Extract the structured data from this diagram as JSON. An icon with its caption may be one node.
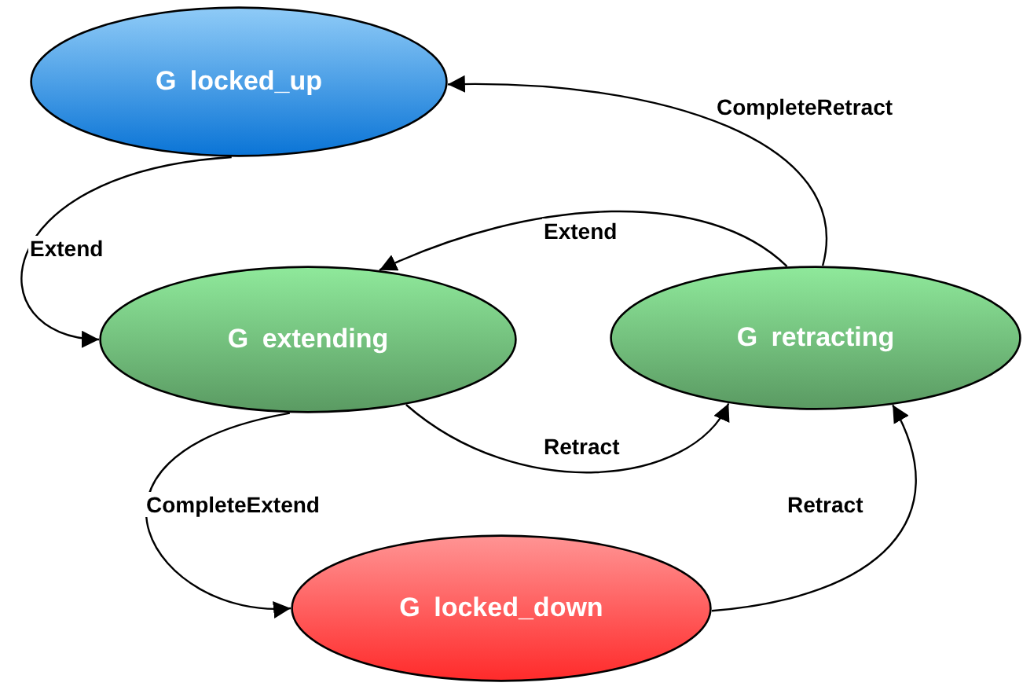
{
  "diagram": {
    "nodes": [
      {
        "text": [
          "G locked_up"
        ]
      },
      {
        "text": [
          "G extending"
        ]
      },
      {
        "text": [
          "G retracting"
        ]
      },
      {
        "text": [
          "G locked_down"
        ]
      }
    ],
    "edges": [
      {
        "from": 0,
        "to": 1,
        "arrow": "to",
        "label": "Extend"
      },
      {
        "from": 2,
        "to": 1,
        "arrow": "to",
        "label": "Extend"
      },
      {
        "from": 2,
        "to": 0,
        "arrow": "to",
        "label": "CompleteRetract"
      },
      {
        "from": 1,
        "to": 2,
        "arrow": "to",
        "label": "Retract"
      },
      {
        "from": 1,
        "to": 3,
        "arrow": "to",
        "label": "CompleteExtend"
      },
      {
        "from": 3,
        "to": 2,
        "arrow": "to",
        "label": "Retract"
      }
    ]
  }
}
